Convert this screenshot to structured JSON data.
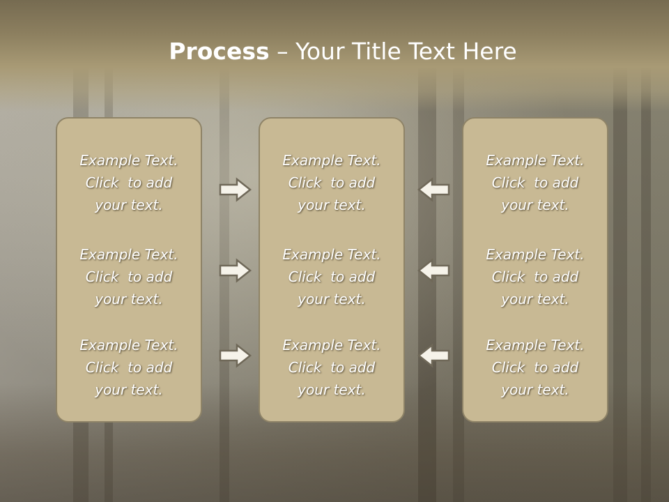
{
  "slide": {
    "title_bold": "Process",
    "title_rest": " – Your Title Text Here"
  },
  "columns": [
    {
      "items": [
        {
          "line1": "Example Text.",
          "line2": "Click  to add",
          "line3": "your text."
        },
        {
          "line1": "Example Text.",
          "line2": "Click  to add",
          "line3": "your text."
        },
        {
          "line1": "Example Text.",
          "line2": "Click  to add",
          "line3": "your text."
        }
      ]
    },
    {
      "items": [
        {
          "line1": "Example Text.",
          "line2": "Click  to add",
          "line3": "your text."
        },
        {
          "line1": "Example Text.",
          "line2": "Click  to add",
          "line3": "your text."
        },
        {
          "line1": "Example Text.",
          "line2": "Click  to add",
          "line3": "your text."
        }
      ]
    },
    {
      "items": [
        {
          "line1": "Example Text.",
          "line2": "Click  to add",
          "line3": "your text."
        },
        {
          "line1": "Example Text.",
          "line2": "Click  to add",
          "line3": "your text."
        },
        {
          "line1": "Example Text.",
          "line2": "Click  to add",
          "line3": "your text."
        }
      ]
    }
  ],
  "arrows": {
    "left_column_direction": "right-arrow-icon",
    "right_column_direction": "left-arrow-icon"
  },
  "colors": {
    "header": "#8c7f5f",
    "box_fill": "#c8b994",
    "box_border": "#8e8367",
    "text": "#ffffff"
  }
}
